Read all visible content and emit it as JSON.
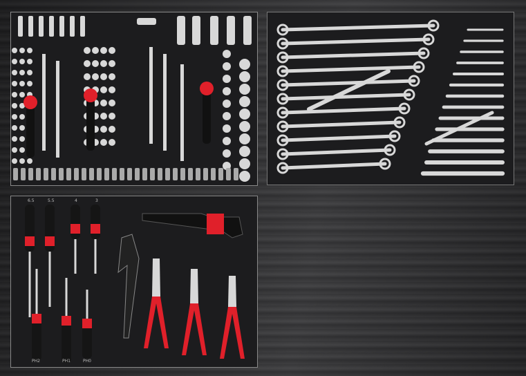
{
  "panels": {
    "sockets": {
      "title": ""
    },
    "wrenches": {
      "title": ""
    },
    "screwdrivers_pliers": {
      "screwdriver_sizes_top": [
        "6.5",
        "5.5",
        "4",
        "3"
      ],
      "screwdriver_sizes_bottom": [
        "PH2",
        "PH1",
        "PH0"
      ]
    }
  },
  "colors": {
    "foam": "#1c1c1e",
    "chrome": "#d8d8d8",
    "handle_red": "#e0202a",
    "handle_black": "#151515"
  }
}
